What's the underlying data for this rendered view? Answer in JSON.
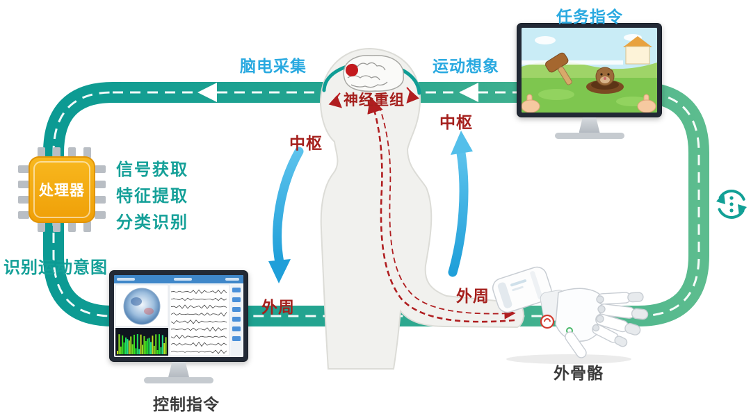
{
  "labels": {
    "task_instruction": "任务指令",
    "eeg_acquisition": "脑电采集",
    "motor_imagery": "运动想象",
    "neural_reorganization": "神经重组",
    "central_left": "中枢",
    "central_right": "中枢",
    "peripheral_left": "外周",
    "peripheral_right": "外周",
    "processor": "处理器",
    "steps": [
      "信号获取",
      "特征提取",
      "分类识别"
    ],
    "recognize_intent": "识别运动意图",
    "control_instruction": "控制指令",
    "exoskeleton": "外骨骼"
  },
  "colors": {
    "road_teal": "#0b9a93",
    "road_green": "#5cbc8e",
    "blue_label": "#29a9e0",
    "red_label": "#a5201d",
    "teal_label": "#14a098",
    "chip_orange": "#f3a90e",
    "dark_label": "#3b3b3b",
    "arrow_blue": "#2fa8df",
    "pathway_red": "#b01e20"
  }
}
